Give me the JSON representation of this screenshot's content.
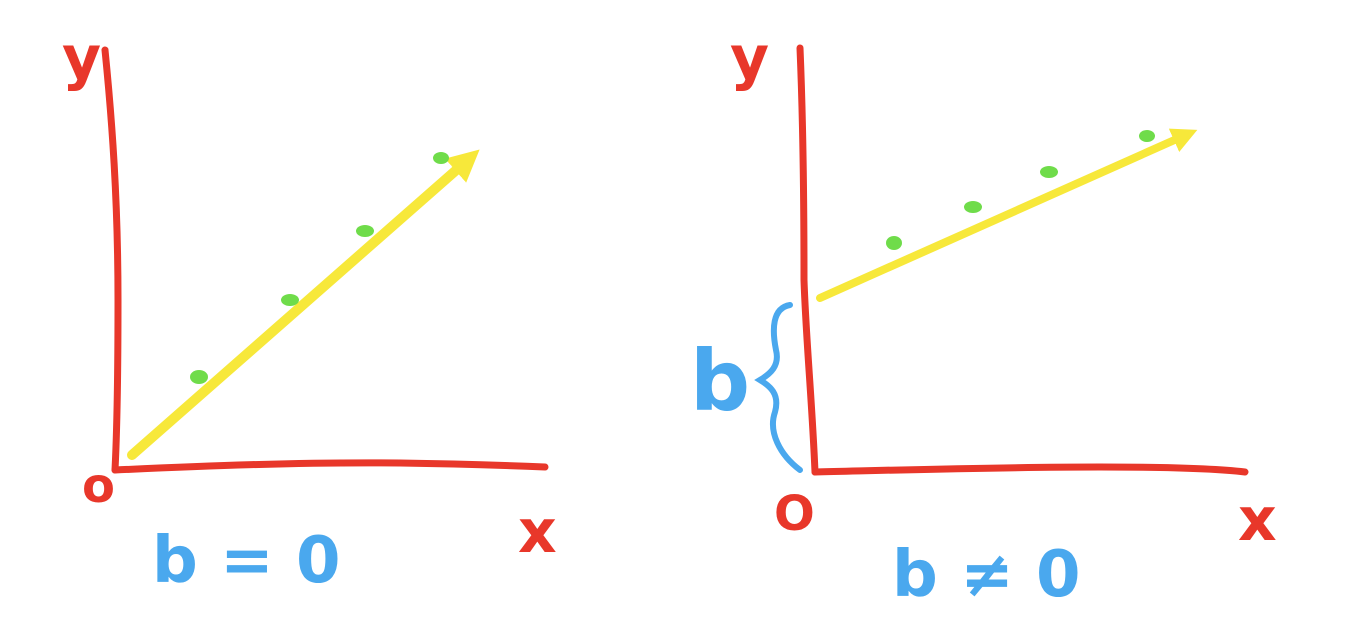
{
  "colors": {
    "axis": "#e8372a",
    "fit_line": "#f7e83a",
    "points": "#6fdc4a",
    "annotation": "#4aa8ee",
    "background": "#ffffff"
  },
  "panels": [
    {
      "y_label": "y",
      "x_label": "x",
      "origin_label": "o",
      "condition_label": "b = 0"
    },
    {
      "y_label": "y",
      "x_label": "x",
      "origin_label": "O",
      "condition_label": "b ≠ 0",
      "intercept_label": "b"
    }
  ]
}
